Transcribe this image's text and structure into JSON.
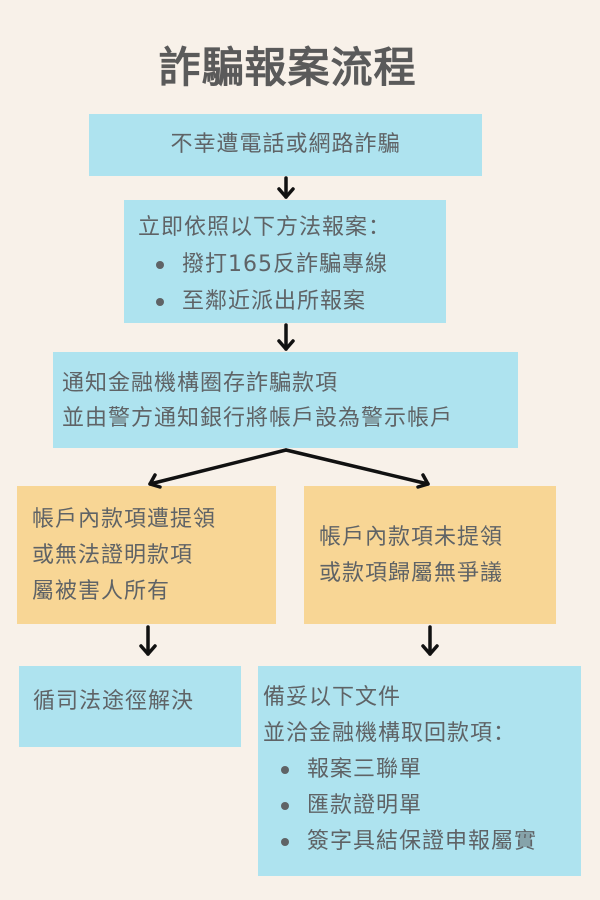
{
  "title": "詐騙報案流程",
  "colors": {
    "background": "#f8f1e9",
    "blue_box": "#aee3ef",
    "orange_box": "#f8d695",
    "text": "#5f6366",
    "arrow": "#111111"
  },
  "steps": {
    "step1": {
      "text": "不幸遭電話或網路詐騙"
    },
    "step2": {
      "heading": "立即依照以下方法報案：",
      "bullets": [
        "撥打165反詐騙專線",
        "至鄰近派出所報案"
      ]
    },
    "step3": {
      "lines": [
        "通知金融機構圈存詐騙款項",
        "並由警方通知銀行將帳戶設為警示帳戶"
      ]
    },
    "branch_left": {
      "condition": [
        "帳戶內款項遭提領",
        "或無法證明款項",
        "屬被害人所有"
      ],
      "result": "循司法途徑解決"
    },
    "branch_right": {
      "condition": [
        "帳戶內款項未提領",
        "或款項歸屬無爭議"
      ],
      "result": {
        "lines": [
          "備妥以下文件",
          "並洽金融機構取回款項："
        ],
        "bullets": [
          "報案三聯單",
          "匯款證明單",
          "簽字具結保證申報屬實"
        ]
      }
    }
  }
}
